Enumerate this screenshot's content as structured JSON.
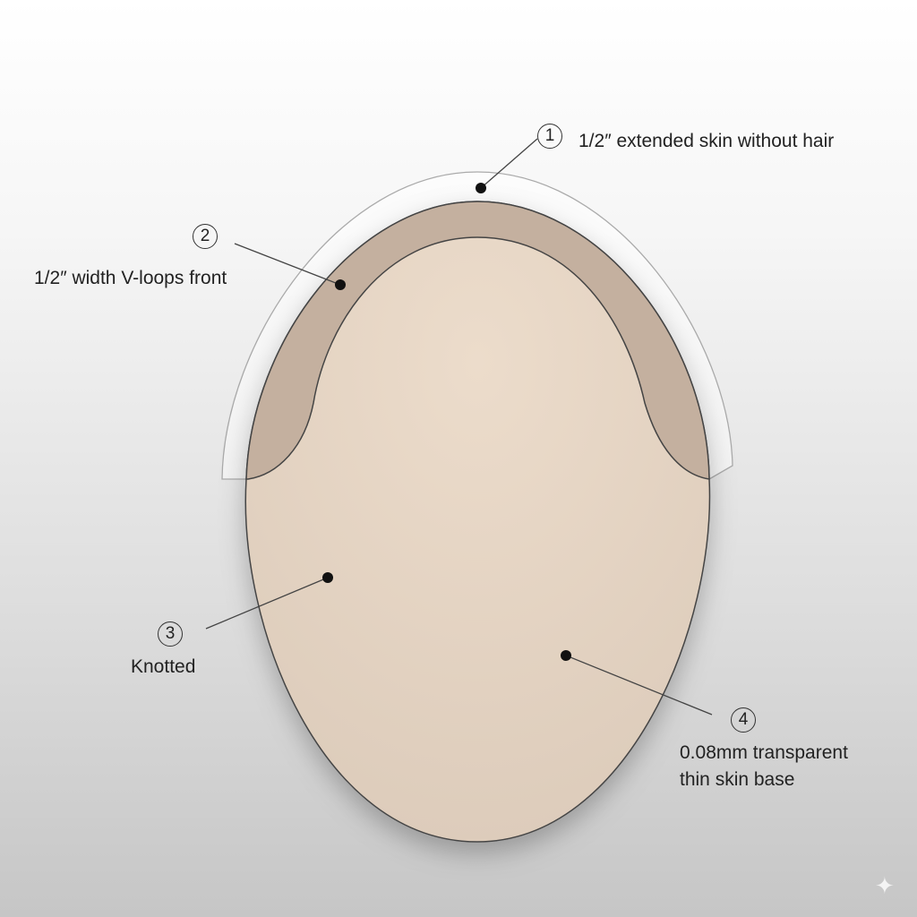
{
  "callouts": [
    {
      "number": "1",
      "label": "1/2″  extended skin without hair"
    },
    {
      "number": "2",
      "label": "1/2″  width V-loops front"
    },
    {
      "number": "3",
      "label": "Knotted"
    },
    {
      "number": "4",
      "label_line1": "0.08mm transparent",
      "label_line2": "thin skin base"
    }
  ],
  "colors": {
    "base": "#e2d2c2",
    "front_band": "#c4b09f",
    "outline": "#444444"
  },
  "watermark_icon": "sparkle-icon"
}
